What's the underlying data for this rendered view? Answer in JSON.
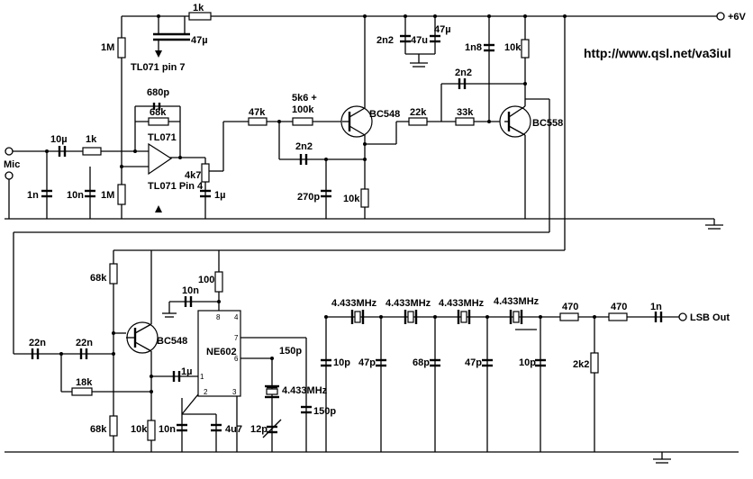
{
  "supply": "+6V",
  "url": "http://www.qsl.net/va3iul",
  "mic": "Mic",
  "output": "LSB Out",
  "labels": {
    "r_1k_top": "1k",
    "c_47u_top": "47µ",
    "r_1m_top": "1M",
    "tl071_pin7": "TL071 pin 7",
    "c_680p": "680p",
    "r_68k": "68k",
    "c_10u": "10µ",
    "r_1k_in": "1k",
    "ic_tl071": "TL071",
    "c_1n_mic": "1n",
    "c_10n_a": "10n",
    "r_1m_bot": "1M",
    "tl071_pin4": "TL071 Pin 4",
    "r_4k7": "4k7",
    "c_1u_a": "1µ",
    "r_47k": "47k",
    "r_5k6": "5k6 +",
    "r_100k": "100k",
    "c_2n2_a": "2n2",
    "c_270p": "270p",
    "r_10k_a": "10k",
    "q1": "BC548",
    "c_2n2_top": "2n2",
    "c_47u_b": "47u",
    "c_47u_c": "47µ",
    "c_1n8": "1n8",
    "r_10k_top": "10k",
    "c_2n2_b": "2n2",
    "r_22k": "22k",
    "r_33k": "33k",
    "q2": "BC558",
    "r_68k_up": "68k",
    "c_22n_a": "22n",
    "c_22n_b": "22n",
    "r_18k": "18k",
    "q3": "BC548",
    "r_68k_low": "68k",
    "r_10k_b": "10k",
    "c_10n_b": "10n",
    "c_4u7": "4u7",
    "c_1u_b": "1µ",
    "r_100": "100",
    "c_10n_top": "10n",
    "ic_ne602": "NE602",
    "pin8": "8",
    "pin4": "4",
    "pin7": "7",
    "pin6": "6",
    "pin1": "1",
    "pin2": "2",
    "pin3": "3",
    "c_150p_a": "150p",
    "c_150p_b": "150p",
    "xtal_osc": "4.433MHz",
    "c_12p": "12p",
    "xtal1": "4.433MHz",
    "xtal2": "4.433MHz",
    "xtal3": "4.433MHz",
    "xtal4": "4.433MHz",
    "c_10p_a": "10p",
    "c_47p_a": "47p",
    "c_68p": "68p",
    "c_47p_b": "47p",
    "c_10p_b": "10p",
    "r_470_a": "470",
    "r_470_b": "470",
    "c_1n_out": "1n",
    "r_2k2": "2k2"
  }
}
